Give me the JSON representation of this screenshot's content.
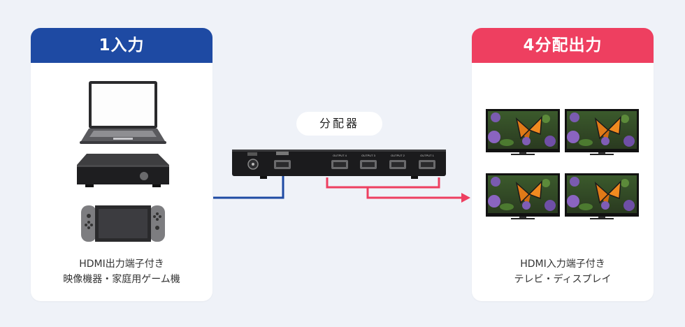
{
  "input_panel": {
    "title": "1入力",
    "caption_line1": "HDMI出力端子付き",
    "caption_line2": "映像機器・家庭用ゲーム機",
    "devices": [
      "laptop-icon",
      "set-top-box-icon",
      "game-console-icon"
    ]
  },
  "output_panel": {
    "title": "4分配出力",
    "caption_line1": "HDMI入力端子付き",
    "caption_line2": "テレビ・ディスプレイ",
    "displays": [
      "tv-1",
      "tv-2",
      "tv-3",
      "tv-4"
    ]
  },
  "splitter": {
    "label": "分配器",
    "ports": [
      "OUTPUT 4",
      "OUTPUT 3",
      "OUTPUT 2",
      "OUTPUT 1"
    ]
  },
  "colors": {
    "input_accent": "#1e4aa3",
    "output_accent": "#ee3f60",
    "background": "#eff2f8"
  }
}
